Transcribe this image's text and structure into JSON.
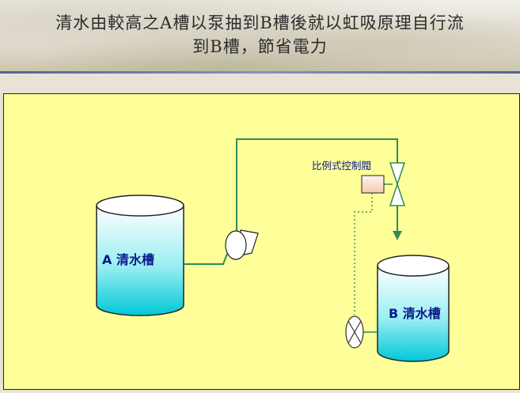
{
  "header": {
    "title_line1": "清水由較高之A槽以泵抽到B槽後就以虹吸原理自行流",
    "title_line2": "到B槽，節省電力"
  },
  "diagram": {
    "tank_a_label": "A 清水槽",
    "tank_b_label": "B 清水槽",
    "valve_label": "比例式控制閥"
  },
  "colors": {
    "background": "#ffff99",
    "pipe": "#2e8b57",
    "water": "#00c8d8",
    "controller": "#f4c9b5",
    "label_text": "#0a1a8c",
    "dotted_link": "#3a9a5a"
  }
}
